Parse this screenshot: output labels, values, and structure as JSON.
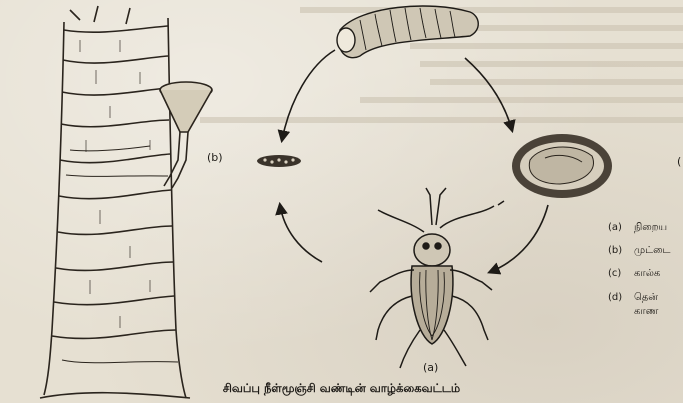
{
  "labels": {
    "funnel": "(b)",
    "beetle": "(a)",
    "pupa_partial": "("
  },
  "legend": [
    {
      "key": "(a)",
      "text": "நிறைய"
    },
    {
      "key": "(b)",
      "text": "முட்டை"
    },
    {
      "key": "(c)",
      "text": "கால்க"
    },
    {
      "key": "(d)",
      "text": "தென்"
    },
    {
      "key": "",
      "text": "காண"
    }
  ],
  "caption": "சிவப்பு நீள்மூஞ்சி வண்டின் வாழ்க்கைவட்டம்",
  "colors": {
    "paper": "#e6e0d2",
    "ink": "#1e1b17"
  }
}
